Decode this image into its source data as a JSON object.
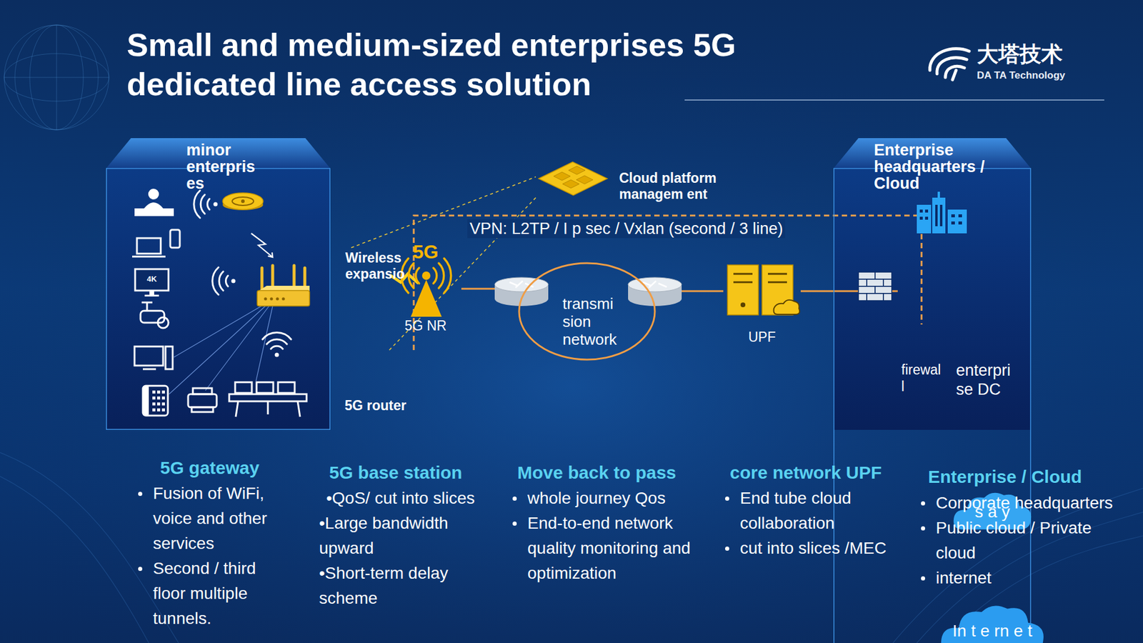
{
  "diagram": {
    "title": "Small and medium-sized enterprises 5G dedicated line access solution",
    "nodes": [
      {
        "text": [
          "minor enterpris es"
        ]
      },
      {
        "text": [
          "Wireless expansio"
        ],
        "in": 0
      },
      {
        "text": [
          "5G router"
        ],
        "in": 0
      },
      {
        "text": [
          "Cloud platform managem ent"
        ]
      },
      {
        "text": [
          "5G",
          "5G NR"
        ]
      },
      {
        "text": [
          "transmi sion network"
        ]
      },
      {
        "text": [
          "UPF"
        ]
      },
      {
        "text": [
          "Enterprise headquarters / Cloud"
        ]
      },
      {
        "text": [
          "firewal l"
        ],
        "in": 7
      },
      {
        "text": [
          "enterpri se DC"
        ],
        "in": 7
      },
      {
        "text": [
          "s a y"
        ],
        "in": 7
      },
      {
        "text": [
          "In t e rn e t"
        ],
        "in": 7
      }
    ],
    "edges": [
      {
        "from": 1,
        "to": 3,
        "arrow": "none"
      },
      {
        "from": 2,
        "to": 3,
        "arrow": "none"
      },
      {
        "from": 2,
        "to": 8,
        "label": "VPN: L2TP / I p sec / Vxlan (second / 3 line)",
        "arrow": "none"
      },
      {
        "from": 2,
        "to": 4,
        "arrow": "none"
      },
      {
        "from": 4,
        "to": 5,
        "arrow": "none"
      },
      {
        "from": 5,
        "to": 6,
        "arrow": "none"
      },
      {
        "from": 6,
        "to": 8,
        "arrow": "none"
      }
    ],
    "labels": [
      "大塔技术",
      "DA TA Technology",
      "4K",
      "5G gateway",
      "Fusion of WiFi, voice and other services",
      "Second / third floor multiple tunnels.",
      "5G base station",
      "•QoS/ cut into slices",
      "•Large bandwidth upward",
      "•Short-term delay scheme",
      "Move back to pass",
      "whole journey Qos",
      "End-to-end network quality monitoring and optimization",
      "core network UPF",
      "End tube cloud collaboration",
      "cut into slices /MEC",
      "Enterprise / Cloud",
      "Corporate headquarters",
      "Public cloud / Private cloud",
      "internet"
    ]
  }
}
